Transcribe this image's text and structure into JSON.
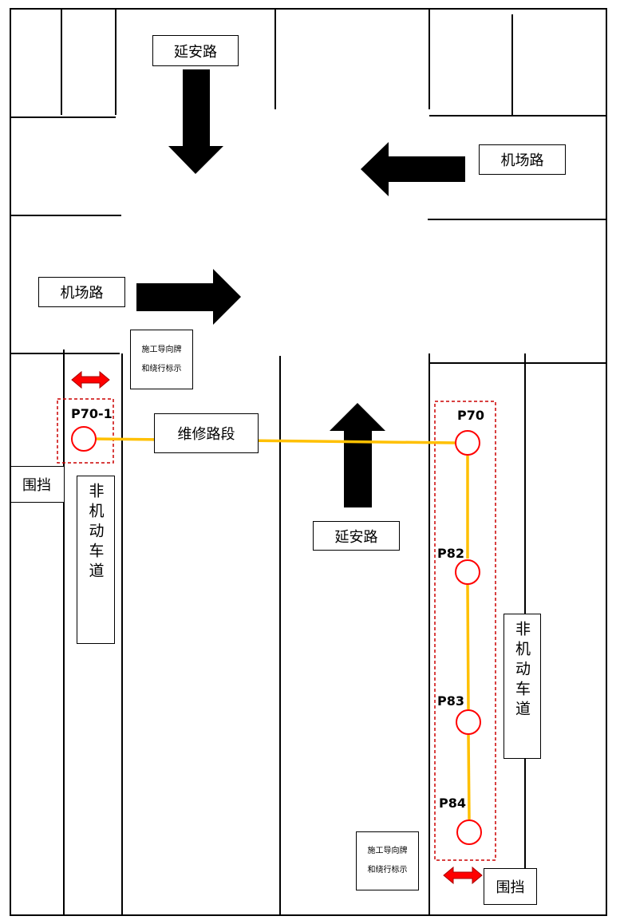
{
  "roads": {
    "north": "延安路",
    "east": "机场路",
    "west": "机场路",
    "south": "延安路"
  },
  "repair_section": "维修路段",
  "sidewalks": {
    "left": "非机动车道",
    "right": "非机动车道"
  },
  "barriers": {
    "left": "围挡",
    "right": "围挡"
  },
  "signs": {
    "left": {
      "line1": "施工导向牌",
      "line2": "和绕行标示"
    },
    "right": {
      "line1": "施工导向牌",
      "line2": "和绕行标示"
    }
  },
  "poles": {
    "p70_1": "P70-1",
    "p70": "P70",
    "p82": "P82",
    "p83": "P83",
    "p84": "P84"
  },
  "colors": {
    "cable": "#FFC000",
    "pole": "#FF0000",
    "zone": "#CC0000",
    "barrier_arrow": "#FF0000",
    "arrow": "#000000"
  }
}
